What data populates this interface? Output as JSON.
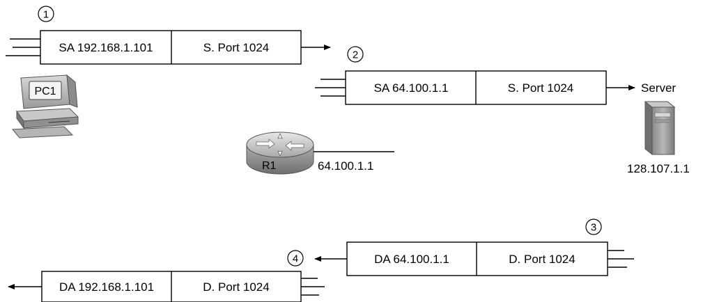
{
  "packets": [
    {
      "step": "1",
      "field1": "SA 192.168.1.101",
      "field2": "S. Port 1024"
    },
    {
      "step": "2",
      "field1": "SA 64.100.1.1",
      "field2": "S. Port 1024"
    },
    {
      "step": "3",
      "field1": "DA 64.100.1.1",
      "field2": "D. Port 1024"
    },
    {
      "step": "4",
      "field1": "DA 192.168.1.101",
      "field2": "D. Port 1024"
    }
  ],
  "pc": {
    "label": "PC1"
  },
  "router": {
    "label": "R1",
    "interface_ip": "64.100.1.1"
  },
  "server": {
    "label": "Server",
    "ip": "128.107.1.1"
  }
}
